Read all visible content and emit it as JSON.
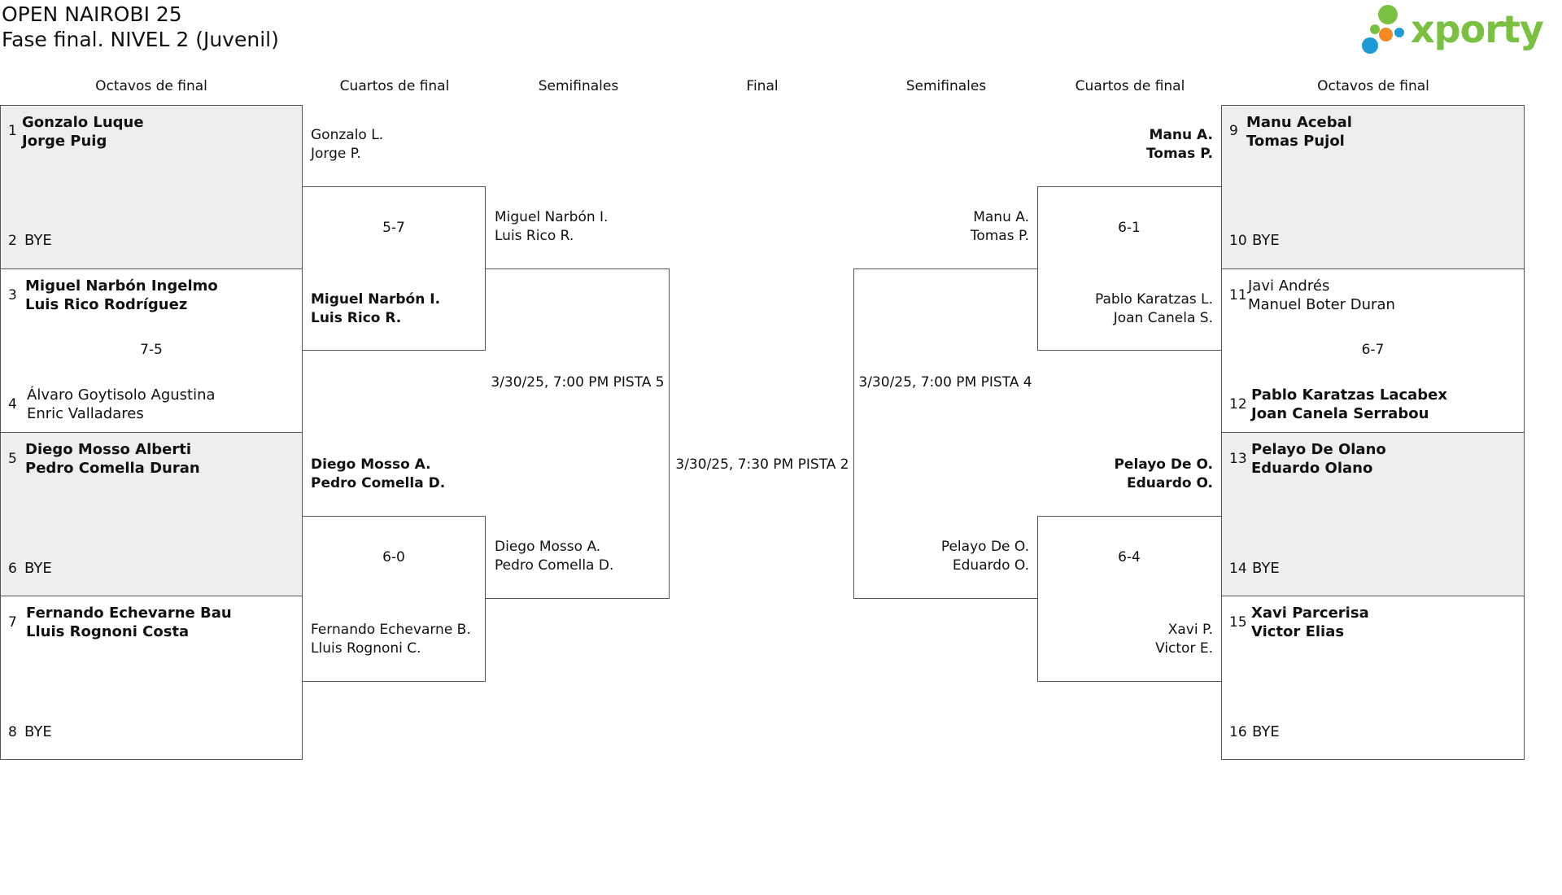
{
  "header": {
    "title": "OPEN NAIROBI 25",
    "subtitle": "Fase final. NIVEL 2 (Juvenil)",
    "logo_text": "xporty",
    "colors": {
      "logo_green": "#7ac142",
      "logo_blue": "#1e9ad6",
      "logo_orange": "#f08a24",
      "box_shade": "#eeeeee",
      "line": "#555555"
    }
  },
  "columns": {
    "left_r16": "Octavos de final",
    "left_qf": "Cuartos de final",
    "left_sf": "Semifinales",
    "final": "Final",
    "right_sf": "Semifinales",
    "right_qf": "Cuartos de final",
    "right_r16": "Octavos de final"
  },
  "left_r16": [
    {
      "seed_a": "1",
      "a1": "Gonzalo Luque",
      "a2": "Jorge Puig",
      "seed_b": "2",
      "b1": "BYE",
      "b2": "",
      "score": ""
    },
    {
      "seed_a": "3",
      "a1": "Miguel Narbón Ingelmo",
      "a2": "Luis Rico Rodríguez",
      "seed_b": "4",
      "b1": "Álvaro Goytisolo Agustina",
      "b2": "Enric Valladares",
      "score": "7-5"
    },
    {
      "seed_a": "5",
      "a1": "Diego Mosso Alberti",
      "a2": "Pedro Comella Duran",
      "seed_b": "6",
      "b1": "BYE",
      "b2": "",
      "score": ""
    },
    {
      "seed_a": "7",
      "a1": "Fernando Echevarne Bau",
      "a2": "Lluis Rognoni Costa",
      "seed_b": "8",
      "b1": "BYE",
      "b2": "",
      "score": ""
    }
  ],
  "left_qf": [
    {
      "top1": "Gonzalo L.",
      "top2": "Jorge P.",
      "score": "5-7",
      "bot1": "Miguel Narbón I.",
      "bot2": "Luis Rico R."
    },
    {
      "top1": "Diego Mosso A.",
      "top2": "Pedro Comella D.",
      "score": "6-0",
      "bot1": "Fernando Echevarne B.",
      "bot2": "Lluis Rognoni C."
    }
  ],
  "left_sf": {
    "top1": "Miguel Narbón I.",
    "top2": "Luis Rico R.",
    "schedule": "3/30/25, 7:00 PM PISTA 5",
    "bot1": "Diego Mosso A.",
    "bot2": "Pedro Comella D."
  },
  "final": {
    "schedule": "3/30/25, 7:30 PM PISTA 2"
  },
  "right_sf": {
    "top1": "Manu A.",
    "top2": "Tomas P.",
    "schedule": "3/30/25, 7:00 PM PISTA 4",
    "bot1": "Pelayo De O.",
    "bot2": "Eduardo O."
  },
  "right_qf": [
    {
      "top1": "Manu A.",
      "top2": "Tomas P.",
      "score": "6-1",
      "bot1": "Pablo Karatzas L.",
      "bot2": "Joan Canela S."
    },
    {
      "top1": "Pelayo De O.",
      "top2": "Eduardo O.",
      "score": "6-4",
      "bot1": "Xavi P.",
      "bot2": "Victor E."
    }
  ],
  "right_r16": [
    {
      "seed_a": "9",
      "a1": "Manu Acebal",
      "a2": "Tomas Pujol",
      "seed_b": "10",
      "b1": "BYE",
      "b2": "",
      "score": ""
    },
    {
      "seed_a": "11",
      "a1": "Javi Andrés",
      "a2": "Manuel Boter Duran",
      "seed_b": "12",
      "b1": "Pablo Karatzas Lacabex",
      "b2": "Joan Canela Serrabou",
      "score": "6-7"
    },
    {
      "seed_a": "13",
      "a1": "Pelayo De Olano",
      "a2": "Eduardo Olano",
      "seed_b": "14",
      "b1": "BYE",
      "b2": "",
      "score": ""
    },
    {
      "seed_a": "15",
      "a1": "Xavi Parcerisa",
      "a2": "Victor Elias",
      "seed_b": "16",
      "b1": "BYE",
      "b2": "",
      "score": ""
    }
  ]
}
